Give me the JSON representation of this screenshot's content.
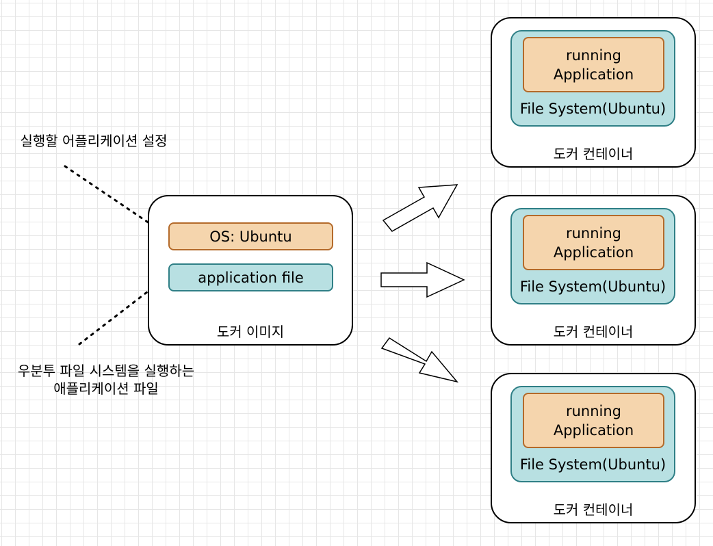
{
  "annotations": {
    "config_label": "실행할 어플리케이션 설정",
    "app_label_line1": "우분투 파일 시스템을 실행하는",
    "app_label_line2": "애플리케이션 파일"
  },
  "image": {
    "title": "도커 이미지",
    "os_layer": "OS: Ubuntu",
    "app_layer": "application file"
  },
  "containers": [
    {
      "title": "도커 컨테이너",
      "app_line1": "running",
      "app_line2": "Application",
      "fs": "File System(Ubuntu)"
    },
    {
      "title": "도커 컨테이너",
      "app_line1": "running",
      "app_line2": "Application",
      "fs": "File System(Ubuntu)"
    },
    {
      "title": "도커 컨테이너",
      "app_line1": "running",
      "app_line2": "Application",
      "fs": "File System(Ubuntu)"
    }
  ],
  "colors": {
    "grid": "#e6e6e6",
    "orange_fill": "#f5d5ad",
    "orange_stroke": "#b46a2a",
    "teal_fill": "#b8e0e2",
    "teal_stroke": "#2f7f86"
  }
}
